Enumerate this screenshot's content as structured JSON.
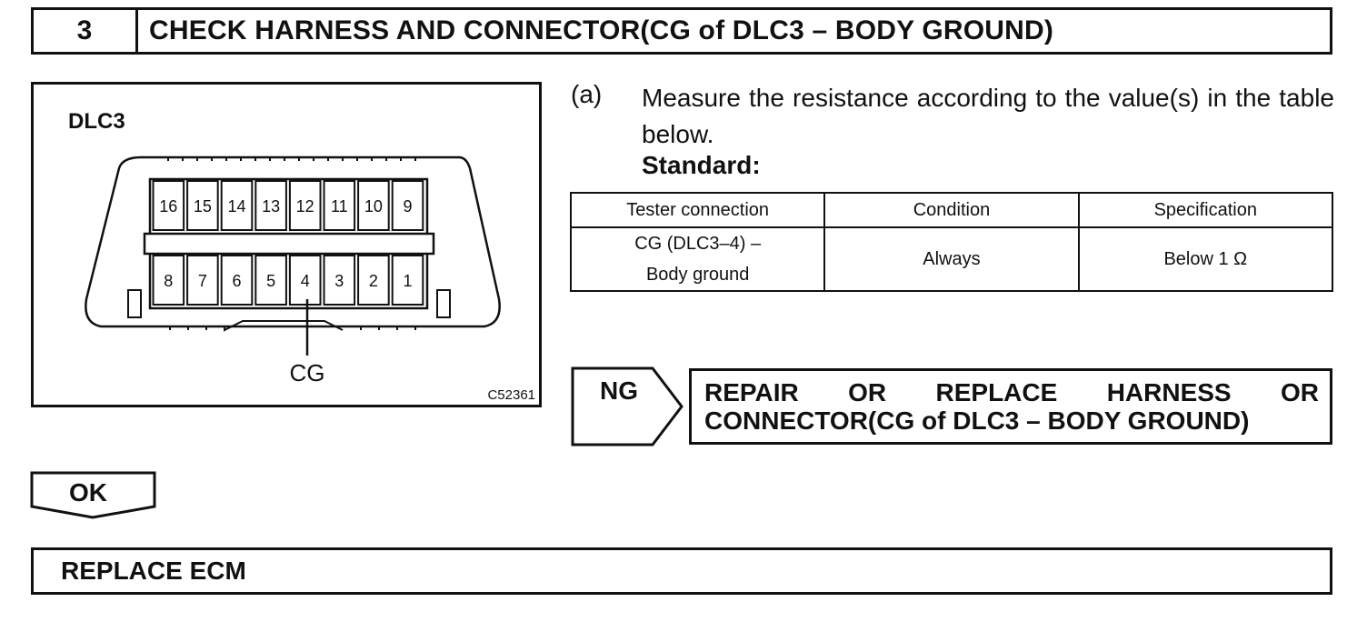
{
  "header": {
    "step_number": "3",
    "title": "CHECK HARNESS AND CONNECTOR(CG of DLC3 – BODY GROUND)"
  },
  "figure": {
    "connector_label": "DLC3",
    "top_pins": [
      "16",
      "15",
      "14",
      "13",
      "12",
      "11",
      "10",
      "9"
    ],
    "bottom_pins": [
      "8",
      "7",
      "6",
      "5",
      "4",
      "3",
      "2",
      "1"
    ],
    "pointer_label": "CG",
    "figure_code": "C52361"
  },
  "instruction": {
    "step_label": "(a)",
    "text": "Measure the resistance according to the value(s) in the table below.",
    "standard_label": "Standard:"
  },
  "spec_table": {
    "headers": [
      "Tester connection",
      "Condition",
      "Specification"
    ],
    "rows": [
      {
        "tester_connection_line1": "CG (DLC3–4) –",
        "tester_connection_line2": "Body ground",
        "condition": "Always",
        "specification": "Below 1 Ω"
      }
    ]
  },
  "ng_result": {
    "label": "NG",
    "action_line1_words": [
      "REPAIR",
      "OR",
      "REPLACE",
      "HARNESS",
      "OR"
    ],
    "action_line2": "CONNECTOR(CG of DLC3 – BODY GROUND)"
  },
  "ok_result": {
    "label": "OK"
  },
  "final_action": {
    "text": "REPLACE ECM"
  }
}
